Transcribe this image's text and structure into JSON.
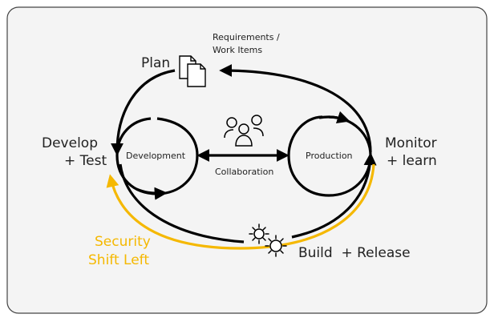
{
  "colors": {
    "panel_bg": "#f4f4f4",
    "panel_border": "#444444",
    "line": "#000000",
    "accent": "#f5b800"
  },
  "icons": {
    "plan": "documents-icon",
    "collaboration": "people-group-icon",
    "build": "gears-icon"
  },
  "labels": {
    "plan": "Plan",
    "requirements_line1": "Requirements /",
    "requirements_line2": "Work Items",
    "develop_line1": "Develop",
    "develop_line2": "+ Test",
    "monitor_line1": "Monitor",
    "monitor_line2": "+ learn",
    "development": "Development",
    "production": "Production",
    "collaboration": "Collaboration",
    "build_release": "Build  + Release",
    "security_line1": "Security",
    "security_line2": "Shift Left"
  }
}
